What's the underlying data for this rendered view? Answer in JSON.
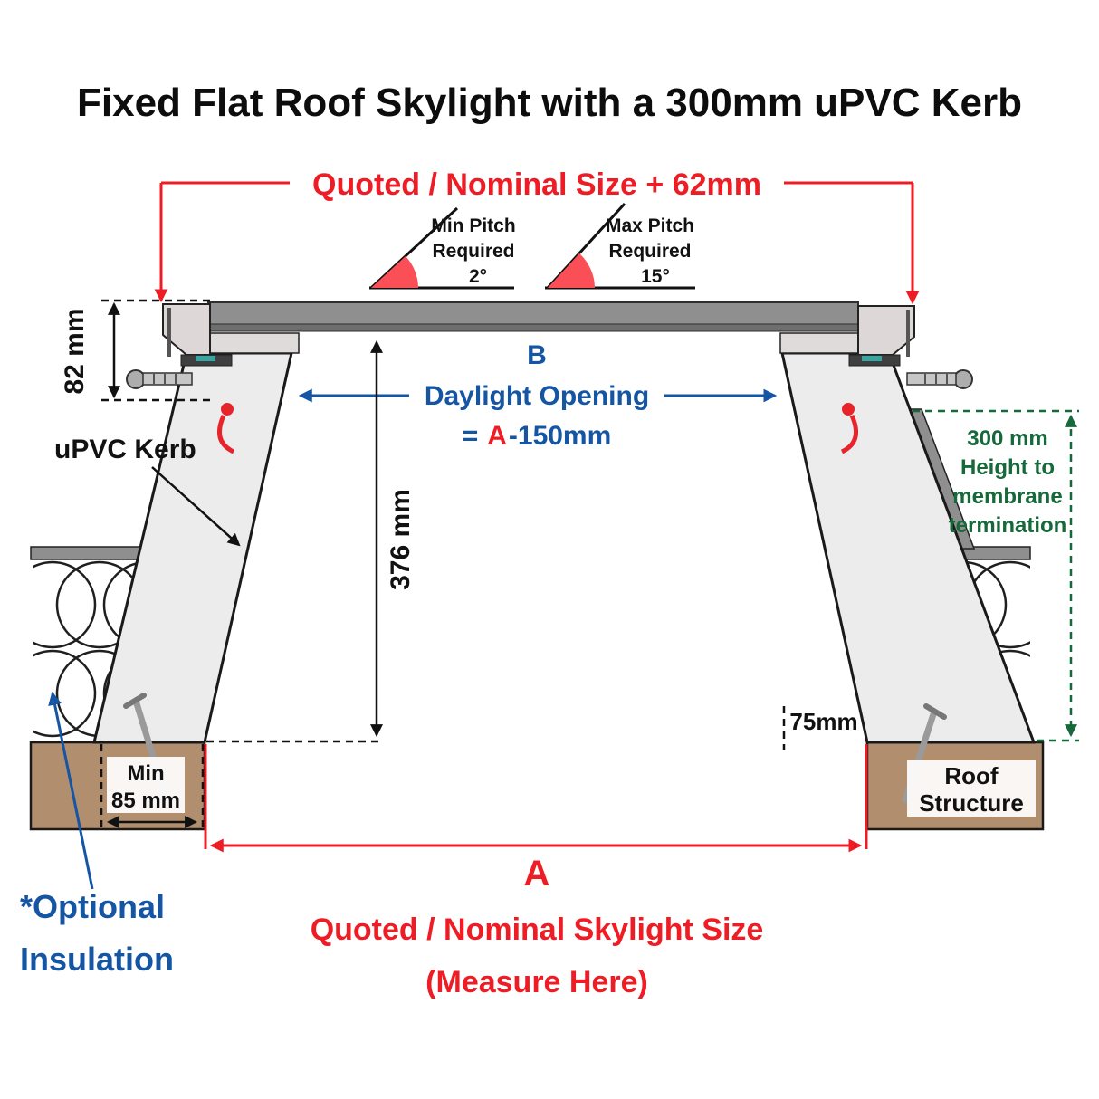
{
  "title": "Fixed Flat Roof Skylight with a 300mm uPVC Kerb",
  "colors": {
    "red": "#ee1c25",
    "blue": "#1455a4",
    "green": "#17683a",
    "brown": "#b18e6e",
    "kerb_gray": "#ececec",
    "glass_gray": "#8f8f8f"
  },
  "annotations": {
    "top_dimension": "Quoted / Nominal Size + 62mm",
    "min_pitch": {
      "line1": "Min Pitch",
      "line2": "Required",
      "value": "2°"
    },
    "max_pitch": {
      "line1": "Max Pitch",
      "line2": "Required",
      "value": "15°"
    },
    "height_82": "82 mm",
    "kerb_label": "uPVC Kerb",
    "daylight": {
      "b": "B",
      "label": "Daylight Opening",
      "eq_prefix": "=",
      "eq_a": "A",
      "eq_suffix": "-150mm"
    },
    "height_376": "376 mm",
    "membrane_height": {
      "line1": "300 mm",
      "line2": "Height to",
      "line3": "membrane",
      "line4": "termination"
    },
    "dim_75": "75mm",
    "roof_structure": {
      "line1": "Roof",
      "line2": "Structure"
    },
    "min_85": {
      "line1": "Min",
      "line2": "85 mm"
    },
    "optional_insulation": {
      "line1": "*Optional",
      "line2": "Insulation"
    },
    "bottom": {
      "a": "A",
      "line1": "Quoted / Nominal Skylight Size",
      "line2": "(Measure Here)"
    }
  }
}
